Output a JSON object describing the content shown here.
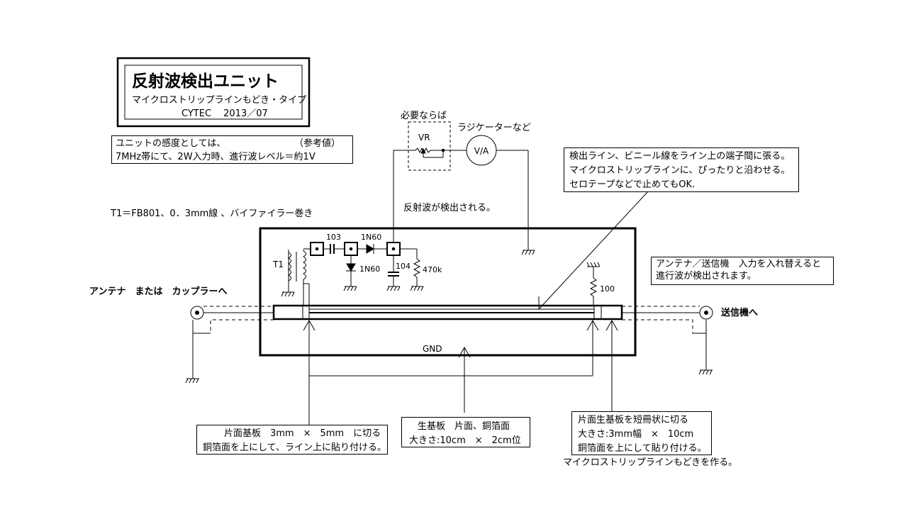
{
  "title_box": {
    "title": "反射波検出ユニット",
    "subtitle": "マイクロストリップラインもどき・タイプ",
    "author": "CYTEC　 2013／07"
  },
  "sensitivity_note": {
    "line1": "ユニットの感度としては、",
    "ref": "（参考値）",
    "line2": "7MHz帯にて、2W入力時、進行波レベル＝約1V"
  },
  "transformer_note": "T1＝FB801、0．3mm線 、バイファイラー巻き",
  "optional_label": "必要ならば",
  "vr_label": "VR",
  "meter_note": "ラジケーターなど",
  "meter_symbol": "V/A",
  "reflect_note": "反射波が検出される。",
  "detect_line_note": {
    "line1": "検出ライン、ビニール線をライン上の端子間に張る。",
    "line2": "マイクロストリップラインに、ぴったりと沿わせる。",
    "line3": "セロテープなどで止めてもOK."
  },
  "swap_note": {
    "line1": "アンテナ／送信機　入力を入れ替えると",
    "line2": "進行波が検出されます。"
  },
  "antenna_label": "アンテナ　または　カップラーへ",
  "tx_label": "送信機へ",
  "components": {
    "t1": "T1",
    "c103": "103",
    "d1": "1N60",
    "d2": "1N60",
    "c104": "104",
    "r470k": "470k",
    "r100": "100",
    "gnd": "GND"
  },
  "pad_note": {
    "line1": "片面基板　3mm　×　5mm　に切る",
    "line2": "銅箔面を上にして、ライン上に貼り付ける。"
  },
  "board_note": {
    "line1": "生基板　片面、銅箔面",
    "line2": "大きさ:10cm　×　2cm位"
  },
  "strip_note": {
    "line1": "片面生基板を短冊状に切る",
    "line2": "大きさ:3mm幅　×　10cm",
    "line3": "銅箔面を上にして貼り付ける。",
    "line4": "マイクロストリップラインもどきを作る。"
  }
}
